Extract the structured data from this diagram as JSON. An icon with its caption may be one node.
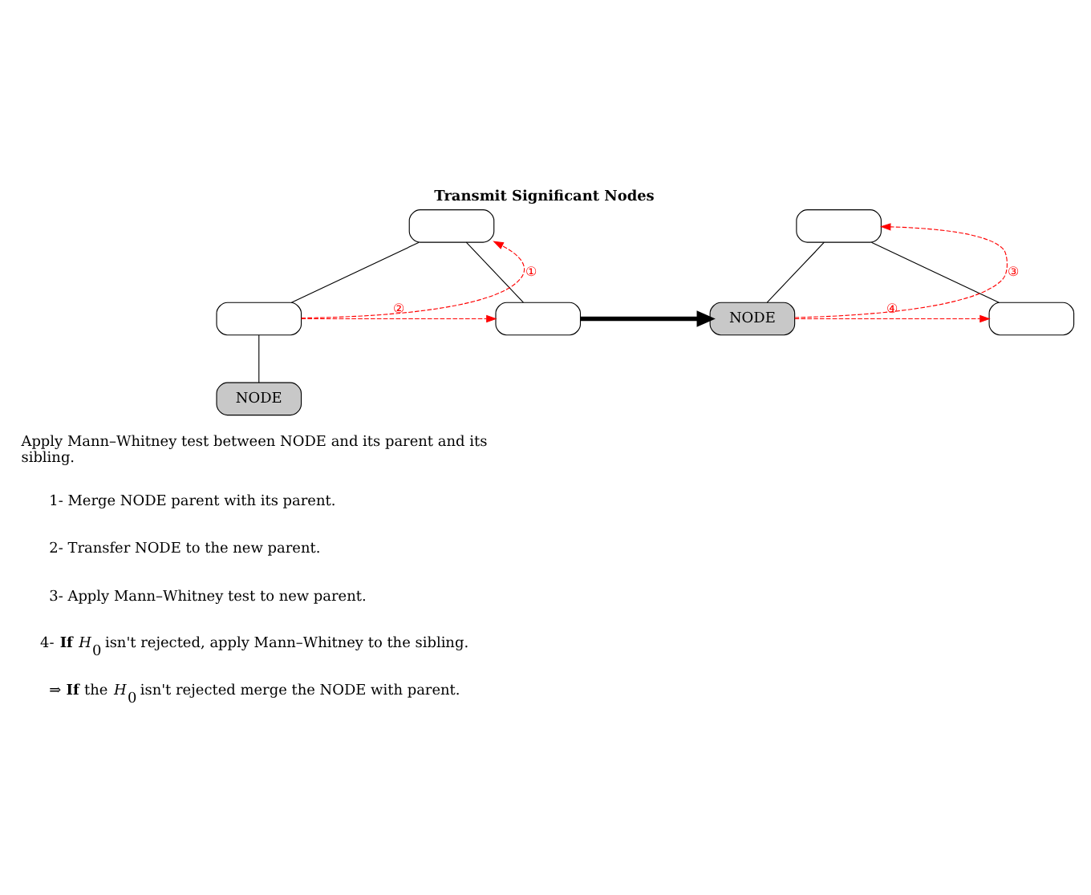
{
  "diagram": {
    "title": "Transmit Significant Nodes",
    "nodes": [
      {
        "text": [],
        "shape": "box"
      },
      {
        "text": [],
        "shape": "box"
      },
      {
        "text": [],
        "shape": "box"
      },
      {
        "text": [
          "NODE"
        ]
      },
      {
        "text": [],
        "shape": "box"
      },
      {
        "text": [
          "NODE"
        ]
      },
      {
        "text": [],
        "shape": "box"
      }
    ],
    "edges": [
      {
        "from": 0,
        "to": 1,
        "arrow": "none"
      },
      {
        "from": 0,
        "to": 2,
        "arrow": "none"
      },
      {
        "from": 1,
        "to": 3,
        "arrow": "none"
      },
      {
        "from": 1,
        "to": 0,
        "arrow": "to",
        "label": "①",
        "style": "dashed",
        "color": "#ff0000"
      },
      {
        "from": 1,
        "to": 2,
        "arrow": "to",
        "label": "②",
        "style": "dashed",
        "color": "#ff0000"
      },
      {
        "from": 2,
        "to": 5,
        "arrow": "to",
        "style": "thick"
      },
      {
        "from": 4,
        "to": 5,
        "arrow": "none"
      },
      {
        "from": 4,
        "to": 6,
        "arrow": "none"
      },
      {
        "from": 5,
        "to": 4,
        "arrow": "to",
        "label": "③",
        "style": "dashed",
        "color": "#ff0000"
      },
      {
        "from": 5,
        "to": 6,
        "arrow": "to",
        "label": "④",
        "style": "dashed",
        "color": "#ff0000"
      }
    ],
    "labels": [
      "Apply Mann–Whitney test between NODE and its parent and its sibling.",
      "1- Merge NODE parent with its parent.",
      "2- Transfer NODE to the new parent.",
      "3- Apply Mann–Whitney test to new parent.",
      "4- **If** *H*$_{0}$ isn't rejected, apply Mann–Whitney to the sibling.",
      "⇒ **If** the *H*$_{0}$ isn't rejected merge the NODE with parent."
    ]
  }
}
